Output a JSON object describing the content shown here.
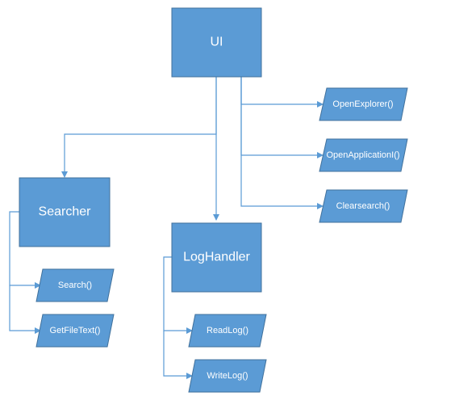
{
  "colors": {
    "node_fill": "#5b9bd5",
    "node_stroke": "#41719c",
    "edge": "#5b9bd5",
    "text": "#ffffff"
  },
  "nodes": {
    "ui": "UI",
    "searcher": "Searcher",
    "loghandler": "LogHandler"
  },
  "methods": {
    "open_explorer": "OpenExplorer()",
    "open_application": "OpenApplicationI()",
    "clearsearch": "Clearsearch()",
    "search": "Search()",
    "get_file_text": "GetFileText()",
    "read_log": "ReadLog()",
    "write_log": "WriteLog()"
  }
}
